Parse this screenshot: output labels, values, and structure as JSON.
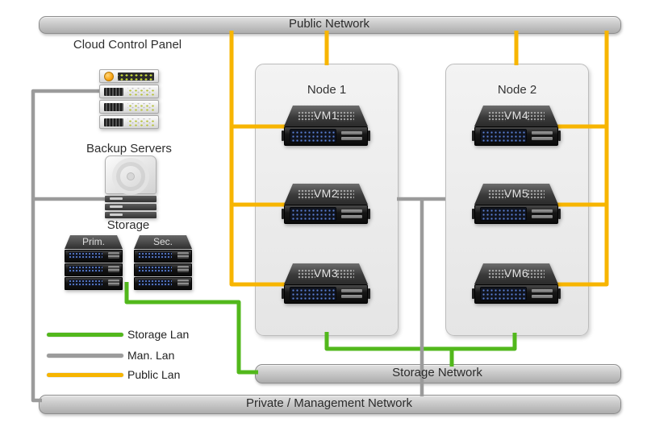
{
  "colors": {
    "storage_lan": "#52b81c",
    "man_lan": "#9b9b9b",
    "public_lan": "#f7b500"
  },
  "networks": {
    "public": "Public Network",
    "storage": "Storage Network",
    "private": "Private / Management Network"
  },
  "left_column": {
    "cloud_control_panel_label": "Cloud Control Panel",
    "backup_servers_label": "Backup Servers",
    "storage_label": "Storage",
    "storage_stacks": [
      {
        "label": "Prim."
      },
      {
        "label": "Sec."
      }
    ]
  },
  "nodes": [
    {
      "label": "Node 1",
      "vms": [
        "VM1",
        "VM2",
        "VM3"
      ]
    },
    {
      "label": "Node 2",
      "vms": [
        "VM4",
        "VM5",
        "VM6"
      ]
    }
  ],
  "legend": [
    {
      "label": "Storage Lan",
      "color_key": "storage_lan"
    },
    {
      "label": "Man. Lan",
      "color_key": "man_lan"
    },
    {
      "label": "Public Lan",
      "color_key": "public_lan"
    }
  ]
}
